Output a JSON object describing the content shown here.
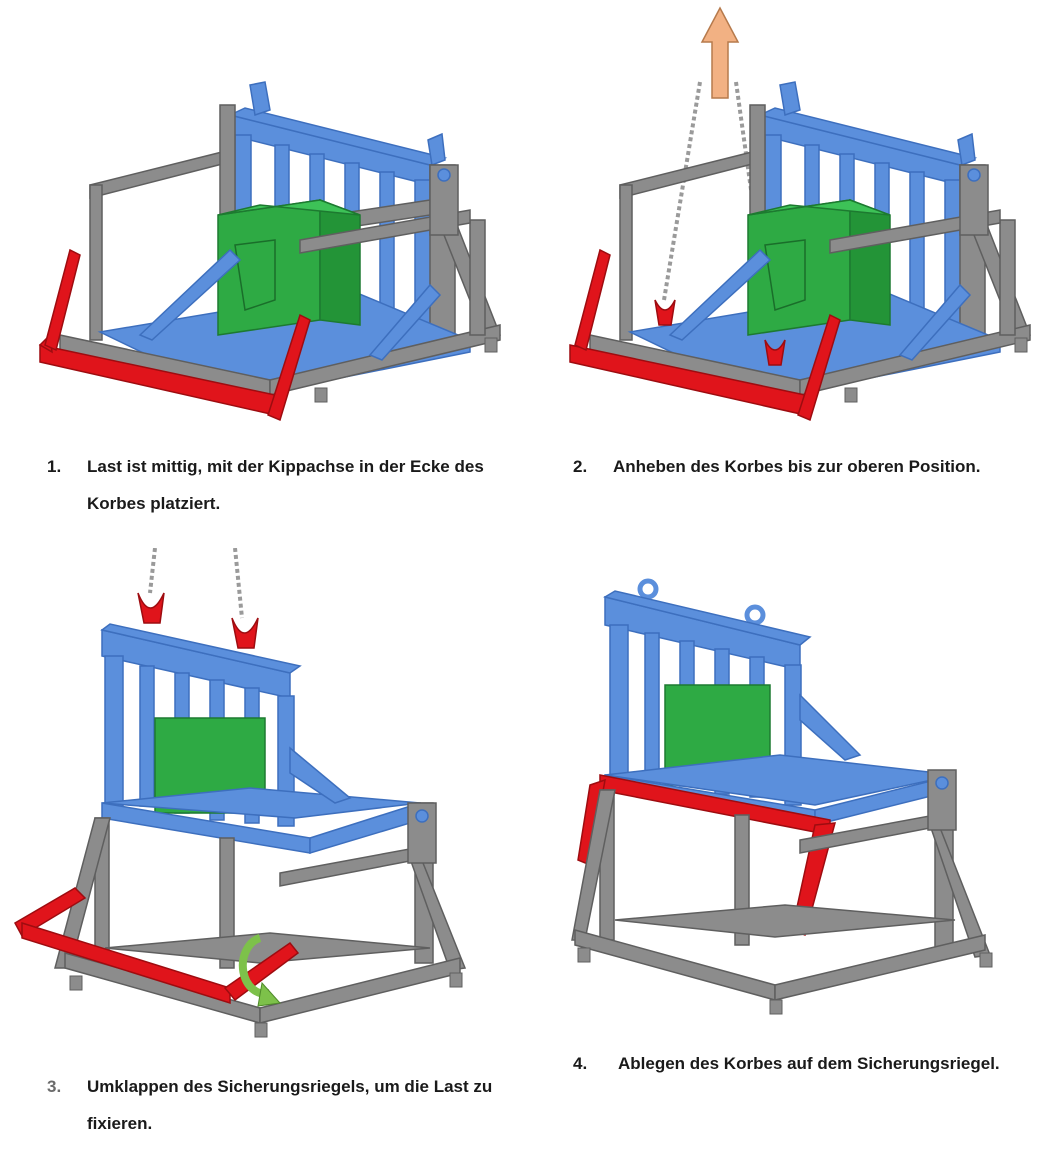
{
  "steps": [
    {
      "number": "1.",
      "text": "Last ist mittig, mit der Kippachse in der Ecke des Korbes platziert."
    },
    {
      "number": "2.",
      "text": "Anheben des Korbes bis zur oberen Position."
    },
    {
      "number": "3.",
      "text": "Umklappen des Sicherungsriegels, um die Last zu fixieren."
    },
    {
      "number": "4.",
      "text": "Ablegen des Korbes auf dem Sicherungsriegel."
    }
  ],
  "colors": {
    "frame": "#8c8c8c",
    "basket": "#5b8fdc",
    "load": "#2eaa44",
    "latch": "#e0141b",
    "lift_arrow": "#f2b183",
    "rotate_arrow": "#7dc14a"
  },
  "icons": [
    "up-arrow-icon",
    "rotate-arrow-icon"
  ]
}
